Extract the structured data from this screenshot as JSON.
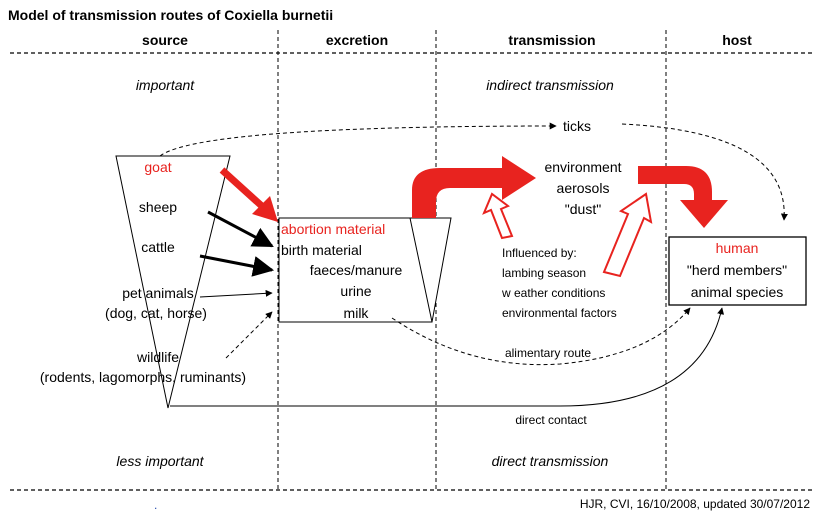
{
  "title": "Model of transmission routes of Coxiella burnetii",
  "columns": {
    "source": "source",
    "excretion": "excretion",
    "transmission": "transmission",
    "host": "host"
  },
  "labels": {
    "important": "important",
    "less_important": "less important",
    "indirect_transmission": "indirect transmission",
    "direct_transmission": "direct transmission",
    "ticks": "ticks",
    "alimentary_route": "alimentary route",
    "direct_contact": "direct contact"
  },
  "sources": {
    "goat": "goat",
    "sheep": "sheep",
    "cattle": "cattle",
    "pet_animals": "pet animals",
    "pet_animals_detail": "(dog, cat, horse)",
    "wildlife": "wildlife",
    "wildlife_detail": "(rodents, lagomorphs, ruminants)"
  },
  "excretion": {
    "abortion_material": "abortion material",
    "birth_material": "birth material",
    "faeces_manure": "faeces/manure",
    "urine": "urine",
    "milk": "milk"
  },
  "environment": {
    "environment": "environment",
    "aerosols": "aerosols",
    "dust": "\"dust\""
  },
  "influence": {
    "heading": "Influenced by:",
    "item1": "lambing season",
    "item2": "w eather conditions",
    "item3": "environmental factors"
  },
  "host": {
    "human": "human",
    "herd_members": "\"herd members\"",
    "animal_species": "animal species"
  },
  "footer": {
    "dot": ".",
    "credit": "HJR, CVI, 16/10/2008, updated 30/07/2012"
  },
  "colors": {
    "accent_red": "#e8231f",
    "line": "#000000"
  }
}
